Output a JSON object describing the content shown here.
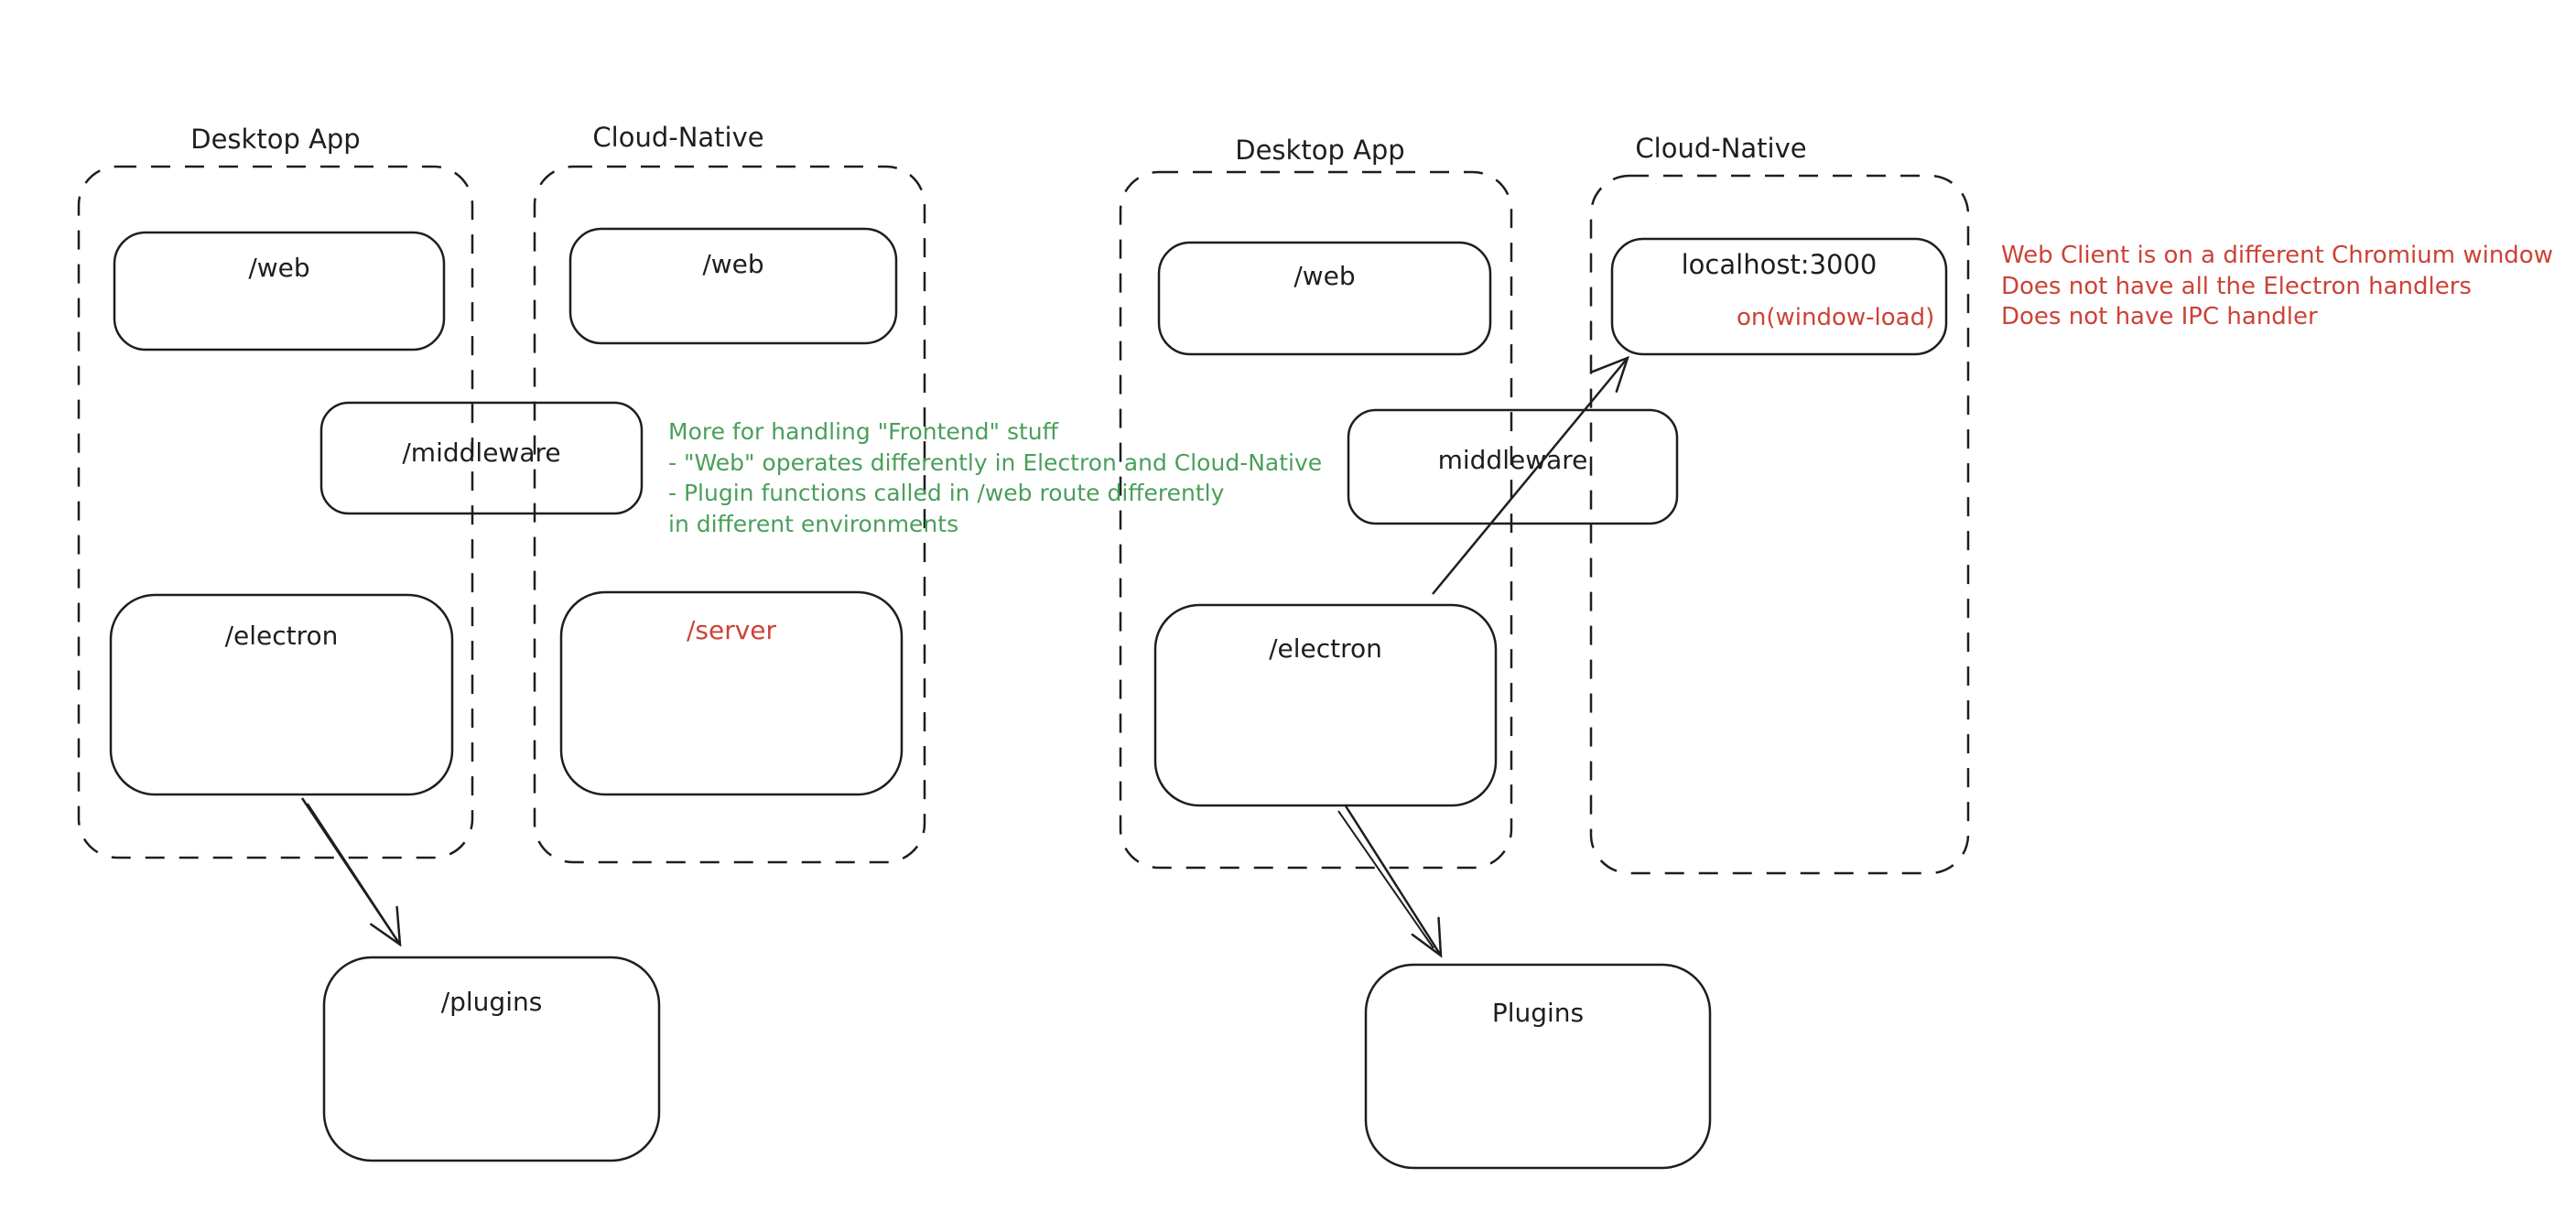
{
  "colors": {
    "stroke": "#1e1e1e",
    "red": "#cc4236",
    "green": "#4a9e5a",
    "background": "#ffffff"
  },
  "left": {
    "desktop_title": "Desktop App",
    "cloud_title": "Cloud-Native",
    "web_desktop": "/web",
    "web_cloud": "/web",
    "middleware": "/middleware",
    "electron": "/electron",
    "server": "/server",
    "plugins": "/plugins",
    "note_lines": [
      "More for handling \"Frontend\" stuff",
      "- \"Web\" operates differently in Electron and Cloud-Native",
      "- Plugin functions called in /web route differently",
      "in different environments"
    ]
  },
  "right": {
    "desktop_title": "Desktop App",
    "cloud_title": "Cloud-Native",
    "web": "/web",
    "middleware": "middleware",
    "electron": "/electron",
    "localhost_title": "localhost:3000",
    "localhost_event": "on(window-load)",
    "plugins": "Plugins",
    "note_lines": [
      "Web Client is on a different Chromium window",
      "Does not have all the Electron handlers",
      "Does not have IPC handler"
    ]
  }
}
